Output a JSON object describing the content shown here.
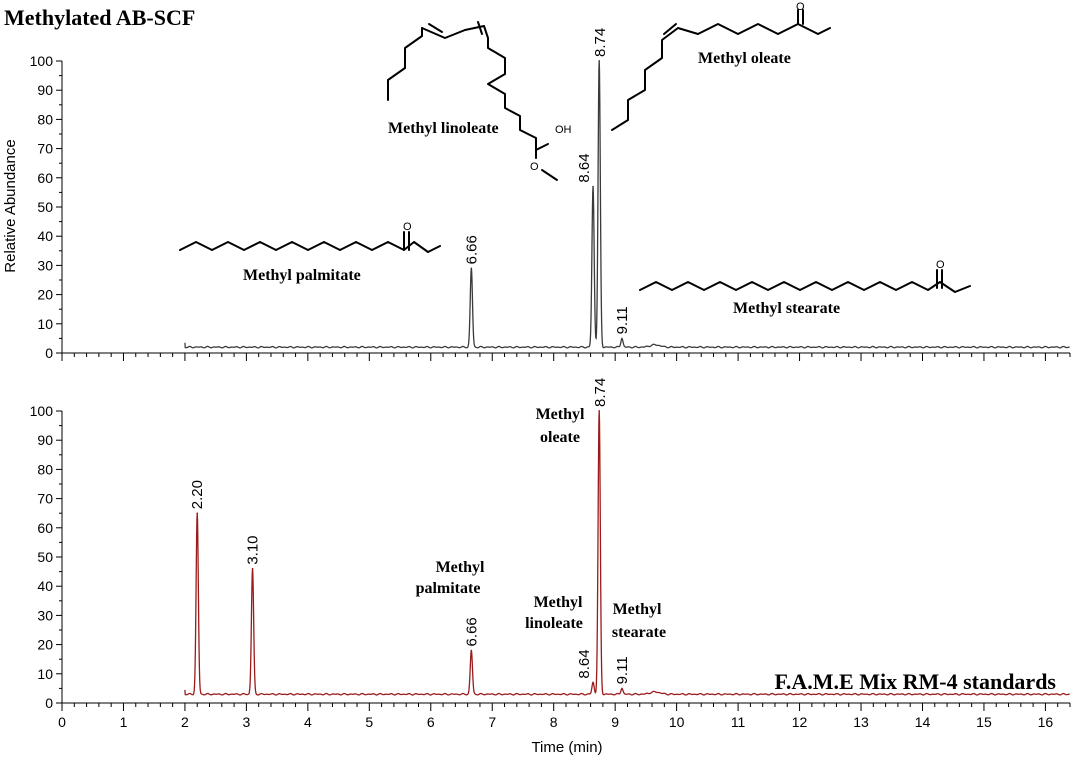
{
  "chart_data": [
    {
      "type": "line",
      "title": "Methylated AB-SCF",
      "xlabel": "Time (min)",
      "ylabel": "Relative Abundance",
      "xlim": [
        0,
        16.4
      ],
      "ylim": [
        0,
        100
      ],
      "y_ticks": [
        "0",
        "10",
        "20",
        "30",
        "40",
        "50",
        "60",
        "70",
        "80",
        "90",
        "100"
      ],
      "line_color": "#3a3a3a",
      "trace_start": 2.0,
      "baseline": 2,
      "peaks": [
        {
          "time": 6.66,
          "height": 29,
          "label": "6.66"
        },
        {
          "time": 8.64,
          "height": 57,
          "label": "8.64"
        },
        {
          "time": 8.74,
          "height": 100,
          "label": "8.74"
        },
        {
          "time": 9.11,
          "height": 5,
          "label": "9.11"
        }
      ],
      "annotations": [
        {
          "text": "Methyl linoleate"
        },
        {
          "text": "Methyl  oleate"
        },
        {
          "text": "Methyl palmitate"
        },
        {
          "text": "Methyl  stearate"
        }
      ]
    },
    {
      "type": "line",
      "title": "F.A.M.E Mix RM-4 standards",
      "xlabel": "Time (min)",
      "ylabel": "",
      "xlim": [
        0,
        16.4
      ],
      "ylim": [
        0,
        100
      ],
      "x_ticks": [
        "0",
        "1",
        "2",
        "3",
        "4",
        "5",
        "6",
        "7",
        "8",
        "9",
        "10",
        "11",
        "12",
        "13",
        "14",
        "15",
        "16"
      ],
      "y_ticks": [
        "0",
        "10",
        "20",
        "30",
        "40",
        "50",
        "60",
        "70",
        "80",
        "90",
        "100"
      ],
      "line_color": "#9b1b1b",
      "trace_start": 2.0,
      "baseline": 3,
      "peaks": [
        {
          "time": 2.2,
          "height": 65,
          "label": "2.20"
        },
        {
          "time": 3.1,
          "height": 46,
          "label": "3.10"
        },
        {
          "time": 6.66,
          "height": 18,
          "label": "6.66"
        },
        {
          "time": 8.64,
          "height": 7,
          "label": "8.64"
        },
        {
          "time": 8.74,
          "height": 100,
          "label": "8.74"
        },
        {
          "time": 9.11,
          "height": 5,
          "label": "9.11"
        }
      ],
      "annotations": [
        {
          "lines": [
            "Methyl",
            "palmitate"
          ]
        },
        {
          "lines": [
            "Methyl",
            "linoleate"
          ]
        },
        {
          "lines": [
            "Methyl",
            "oleate"
          ]
        },
        {
          "lines": [
            "Methyl",
            "stearate"
          ]
        }
      ]
    }
  ],
  "structures": {
    "oh_label": "OH",
    "o_label": "O"
  }
}
